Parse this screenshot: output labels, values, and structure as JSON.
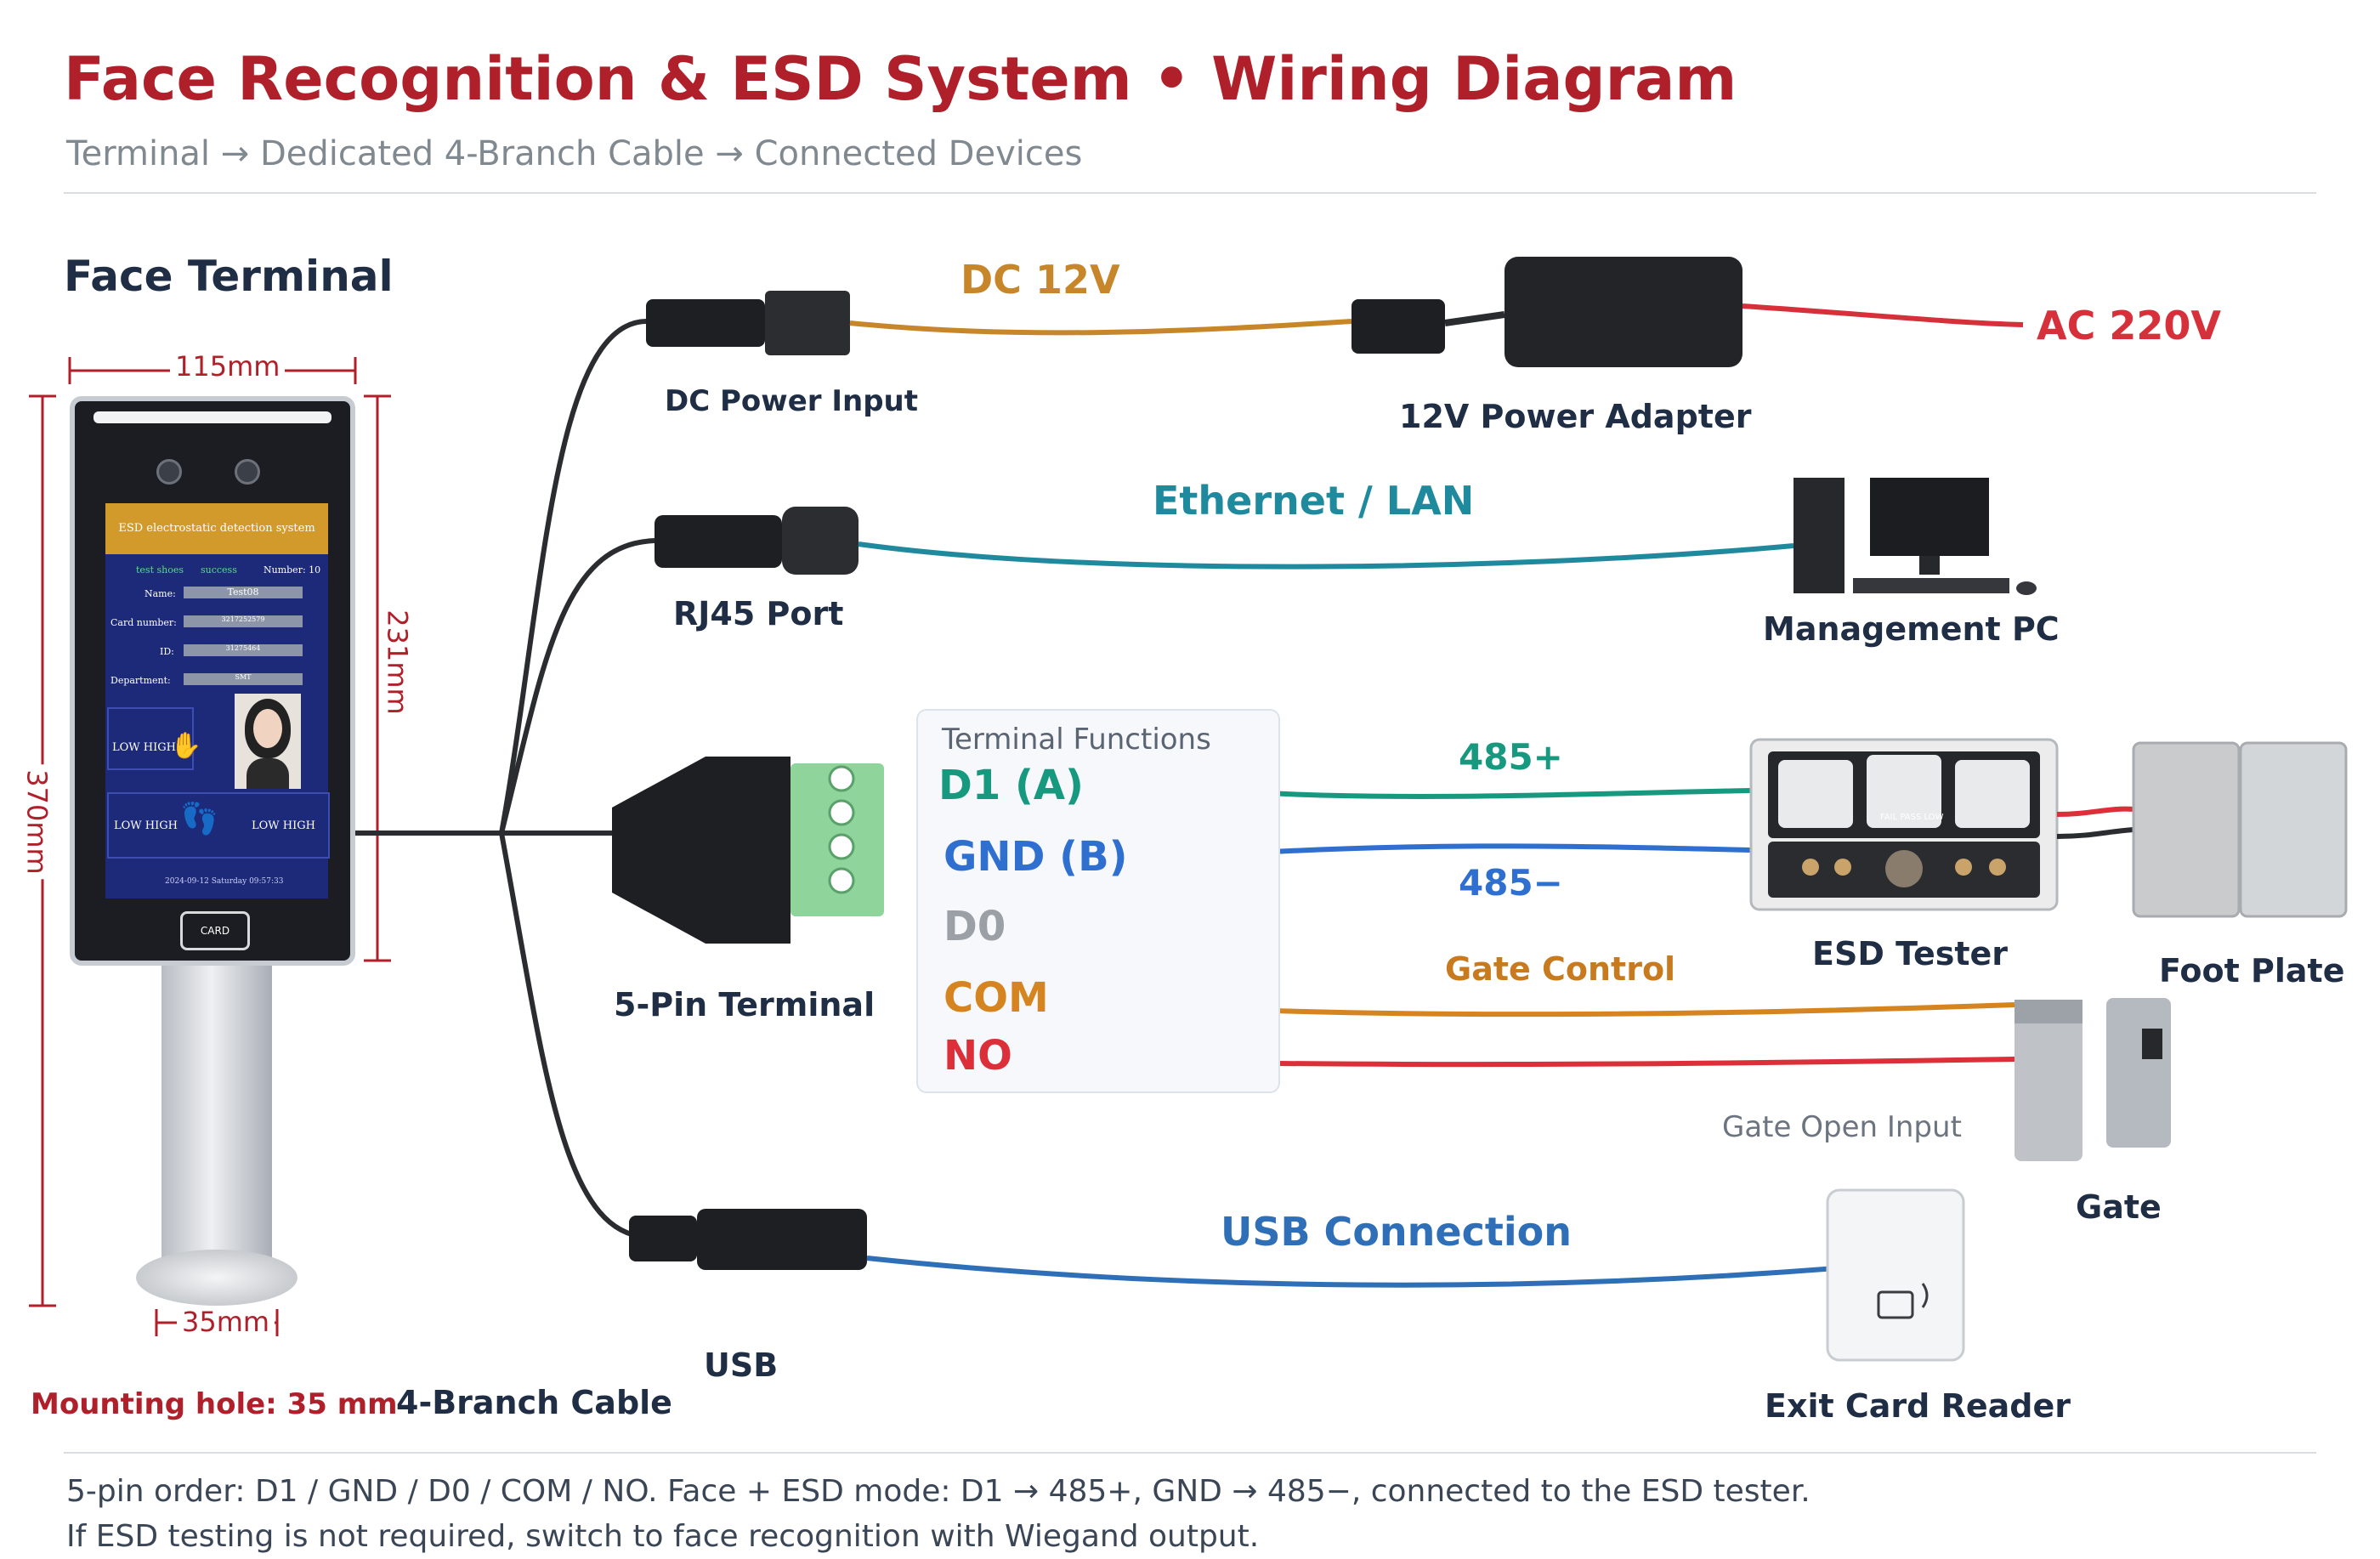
{
  "header": {
    "title": "Face Recognition & ESD System • Wiring Diagram",
    "subtitle": "Terminal → Dedicated 4-Branch Cable → Connected Devices"
  },
  "terminal": {
    "heading": "Face Terminal",
    "dim_width": "115mm",
    "dim_height": "370mm",
    "dim_screen": "231mm",
    "dim_hole": "35mm",
    "mounting_hole": "Mounting hole: 35 mm",
    "screen": {
      "header": "ESD electrostatic detection system",
      "status_left": "test shoes",
      "status_mid": "success",
      "status_right": "Number: 10",
      "name_label": "Name:",
      "name_value": "Test08",
      "card_label": "Card number:",
      "card_value": "3217252579",
      "id_label": "ID:",
      "id_value": "31275464",
      "dept_label": "Department:",
      "dept_value": "SMT",
      "low_high": "LOW   HIGH",
      "footer_date": "2024-09-12 Saturday 09:57:33",
      "card_text": "CARD"
    }
  },
  "cable": {
    "label": "4-Branch Cable"
  },
  "branches": {
    "dc": {
      "connector": "DC Power Input",
      "wire": "DC 12V",
      "device": "12V Power Adapter",
      "mains": "AC 220V"
    },
    "lan": {
      "connector": "RJ45 Port",
      "wire": "Ethernet / LAN",
      "device": "Management PC"
    },
    "pin": {
      "connector": "5-Pin Terminal",
      "box_title": "Terminal Functions",
      "pins": [
        "D1 (A)",
        "GND (B)",
        "D0",
        "COM",
        "NO"
      ],
      "wire_485p": "485+",
      "wire_485m": "485−",
      "gate_control": "Gate Control",
      "gate_input": "Gate Open Input",
      "esd": "ESD Tester",
      "esd_panel_text": "FAIL  PASS  LOW",
      "foot": "Foot Plate",
      "gate": "Gate"
    },
    "usb": {
      "connector": "USB",
      "wire": "USB Connection",
      "device": "Exit Card Reader"
    }
  },
  "footer": {
    "line1": "5-pin order: D1 / GND / D0 / COM / NO. Face + ESD mode: D1 → 485+, GND → 485−, connected to the ESD tester.",
    "line2": "If ESD testing is not required, switch to face recognition with Wiegand output."
  },
  "colors": {
    "title": "#b0202a",
    "dc": "#c8862a",
    "ac": "#d6303a",
    "lan": "#1f8a9e",
    "d1": "#17997f",
    "gnd": "#2f6fd0",
    "d0": "#9aa0a6",
    "com": "#d58420",
    "no": "#dc2f3a",
    "usb": "#2f6fb8"
  }
}
